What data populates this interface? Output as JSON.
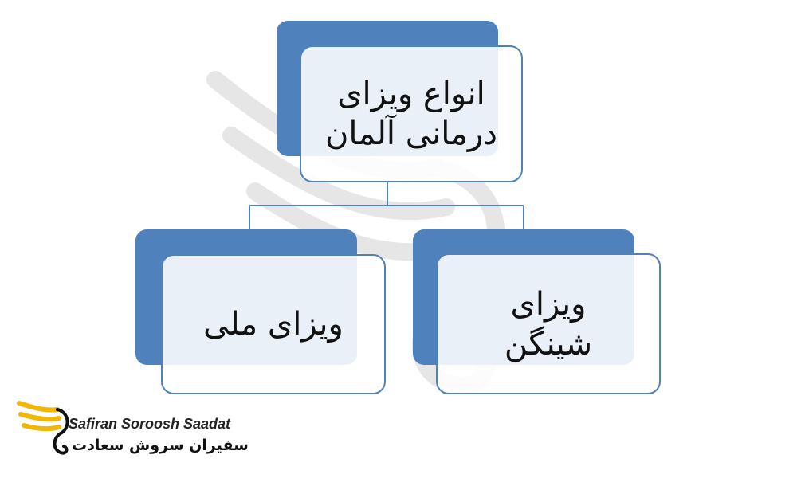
{
  "diagram": {
    "root": {
      "label": "انواع ویزای\nدرمانی آلمان"
    },
    "children": [
      {
        "label": "ویزای ملی"
      },
      {
        "label": "ویزای\nشینگن"
      }
    ]
  },
  "colors": {
    "accent": "#4f81bd",
    "box_fill": "#ffffff",
    "logo_gold": "#f2b705"
  },
  "brand": {
    "name_en": "Safiran Soroosh Saadat",
    "name_fa": "سفیران سروش سعادت"
  }
}
